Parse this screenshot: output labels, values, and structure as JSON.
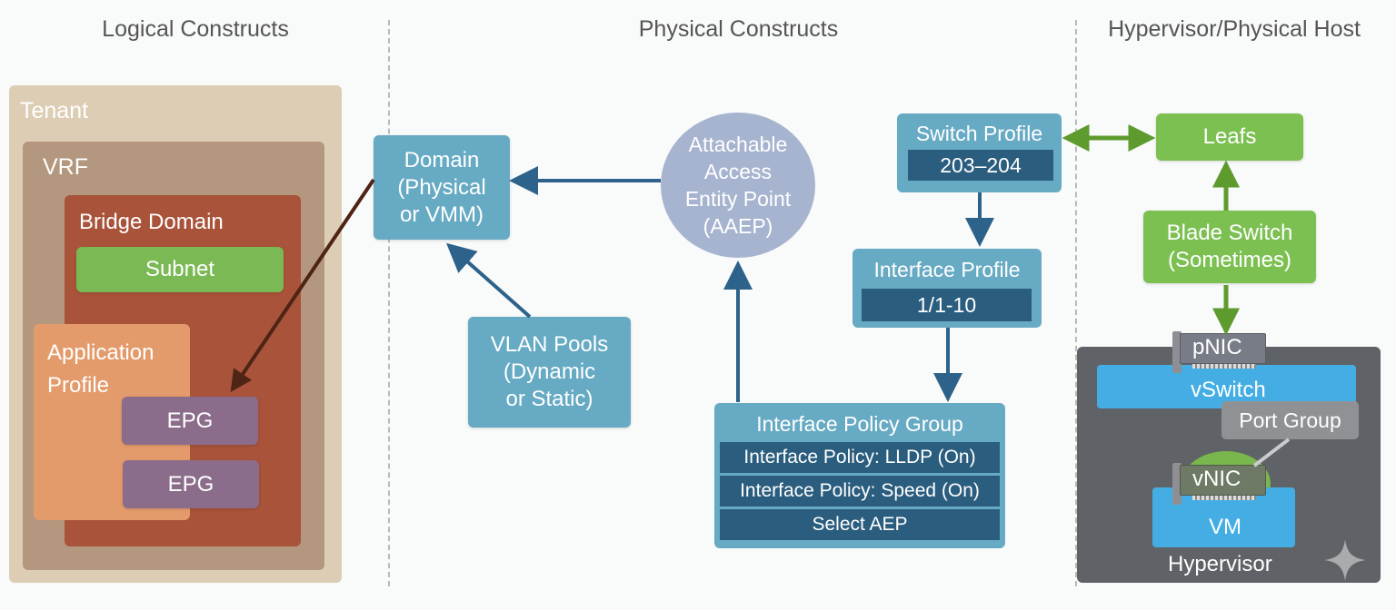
{
  "sections": {
    "logical": "Logical Constructs",
    "physical": "Physical Constructs",
    "host": "Hypervisor/Physical Host"
  },
  "logical": {
    "tenant": "Tenant",
    "vrf": "VRF",
    "bridge_domain": "Bridge Domain",
    "subnet": "Subnet",
    "application_profile": [
      "Application",
      "Profile"
    ],
    "epgs": [
      "EPG",
      "EPG"
    ]
  },
  "physical": {
    "domain": [
      "Domain",
      "(Physical",
      "or VMM)"
    ],
    "vlan_pools": [
      "VLAN Pools",
      "(Dynamic",
      "or Static)"
    ],
    "aaep": [
      "Attachable",
      "Access",
      "Entity Point",
      "(AAEP)"
    ],
    "switch_profile": {
      "title": "Switch Profile",
      "value": "203–204"
    },
    "interface_profile": {
      "title": "Interface Profile",
      "value": "1/1-10"
    },
    "interface_policy_group": {
      "title": "Interface Policy Group",
      "rows": [
        "Interface Policy: LLDP (On)",
        "Interface Policy: Speed (On)",
        "Select AEP"
      ]
    }
  },
  "host": {
    "leafs": "Leafs",
    "blade_switch": [
      "Blade Switch",
      "(Sometimes)"
    ],
    "pnic": "pNIC",
    "vswitch": "vSwitch",
    "port_group": "Port Group",
    "vnic": "vNIC",
    "vm": "VM",
    "hypervisor": "Hypervisor"
  },
  "colors": {
    "tenant": "#ddcdb5",
    "vrf": "#b3977e",
    "bridge_domain": "#a9533a",
    "subnet": "#7ab954",
    "application_profile": "#e49b6c",
    "epg": "#8b6d8b",
    "physical_box": "#67aac3",
    "physical_dark": "#2a5d7e",
    "aaep": "#a7b4cf",
    "host_green": "#7cc052",
    "hypervisor": "#5f6266",
    "vswitch": "#44aee4"
  },
  "watermark": "sparkle-icon"
}
